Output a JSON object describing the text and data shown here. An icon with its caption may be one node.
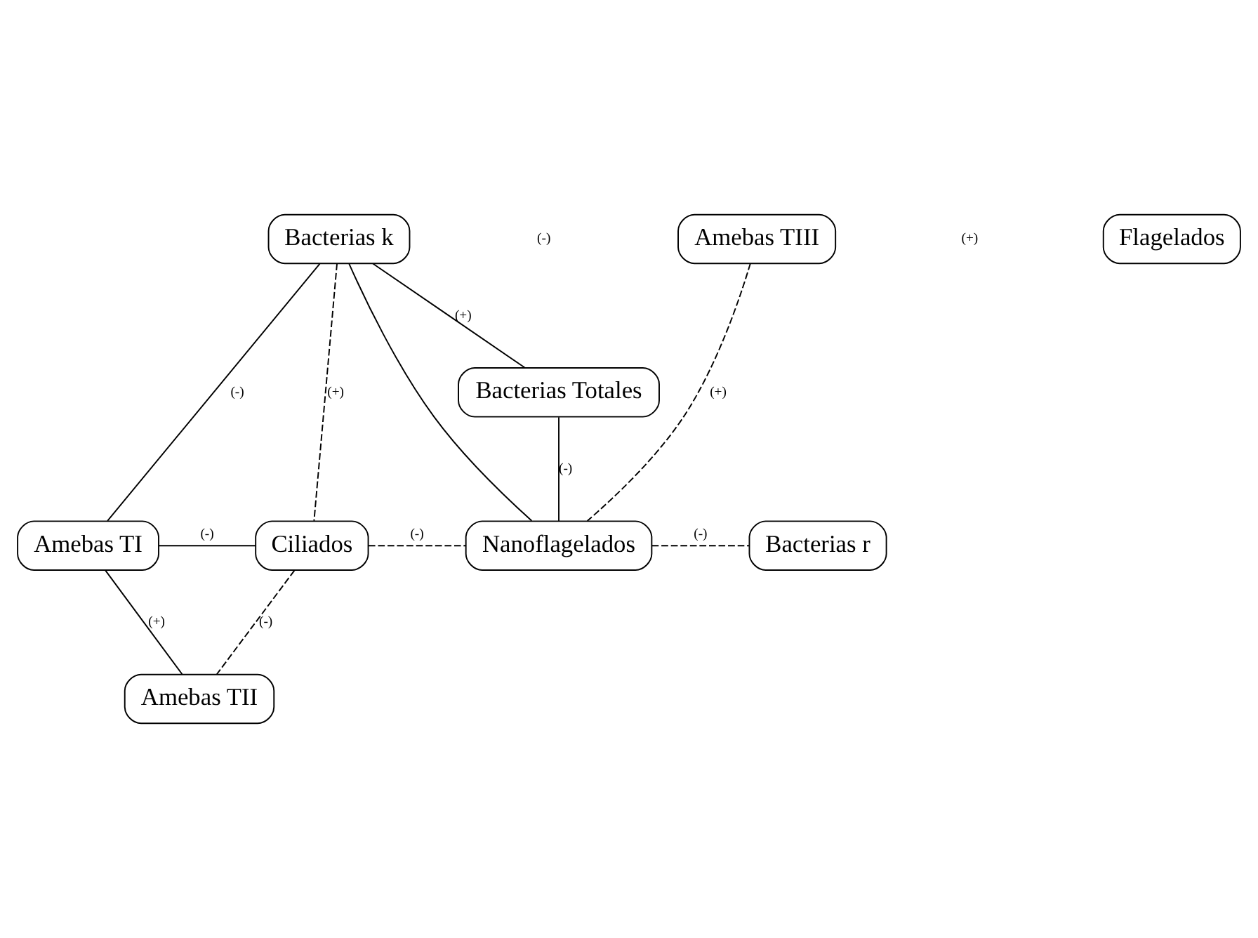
{
  "diagram": {
    "nodes": [
      {
        "text": [
          "Bacterias k"
        ]
      },
      {
        "text": [
          "Amebas TIII"
        ]
      },
      {
        "text": [
          "Flagelados"
        ]
      },
      {
        "text": [
          "Bacterias Totales"
        ]
      },
      {
        "text": [
          "Amebas TI"
        ]
      },
      {
        "text": [
          "Ciliados"
        ]
      },
      {
        "text": [
          "Nanoflagelados"
        ]
      },
      {
        "text": [
          "Bacterias r"
        ]
      },
      {
        "text": [
          "Amebas TII"
        ]
      }
    ],
    "edges": [
      {
        "from": 0,
        "to": 4,
        "arrow": "none",
        "label": "(-)"
      },
      {
        "from": 0,
        "to": 5,
        "arrow": "none",
        "label": "(+)",
        "style": "dashed"
      },
      {
        "from": 0,
        "to": 3,
        "arrow": "none",
        "label": "(+)"
      },
      {
        "from": 0,
        "to": 6,
        "arrow": "none"
      },
      {
        "from": 1,
        "to": 6,
        "arrow": "none",
        "label": "(+)",
        "style": "dashed"
      },
      {
        "from": 3,
        "to": 6,
        "arrow": "none",
        "label": "(-)"
      },
      {
        "from": 4,
        "to": 5,
        "arrow": "none",
        "label": "(-)"
      },
      {
        "from": 5,
        "to": 6,
        "arrow": "none",
        "label": "(-)",
        "style": "dashed"
      },
      {
        "from": 6,
        "to": 7,
        "arrow": "none",
        "label": "(-)",
        "style": "dashed"
      },
      {
        "from": 5,
        "to": 8,
        "arrow": "none",
        "label": "(-)",
        "style": "dashed"
      },
      {
        "from": 4,
        "to": 8,
        "arrow": "none",
        "label": "(+)"
      }
    ],
    "labels": [
      "(-)",
      "(+)"
    ]
  }
}
